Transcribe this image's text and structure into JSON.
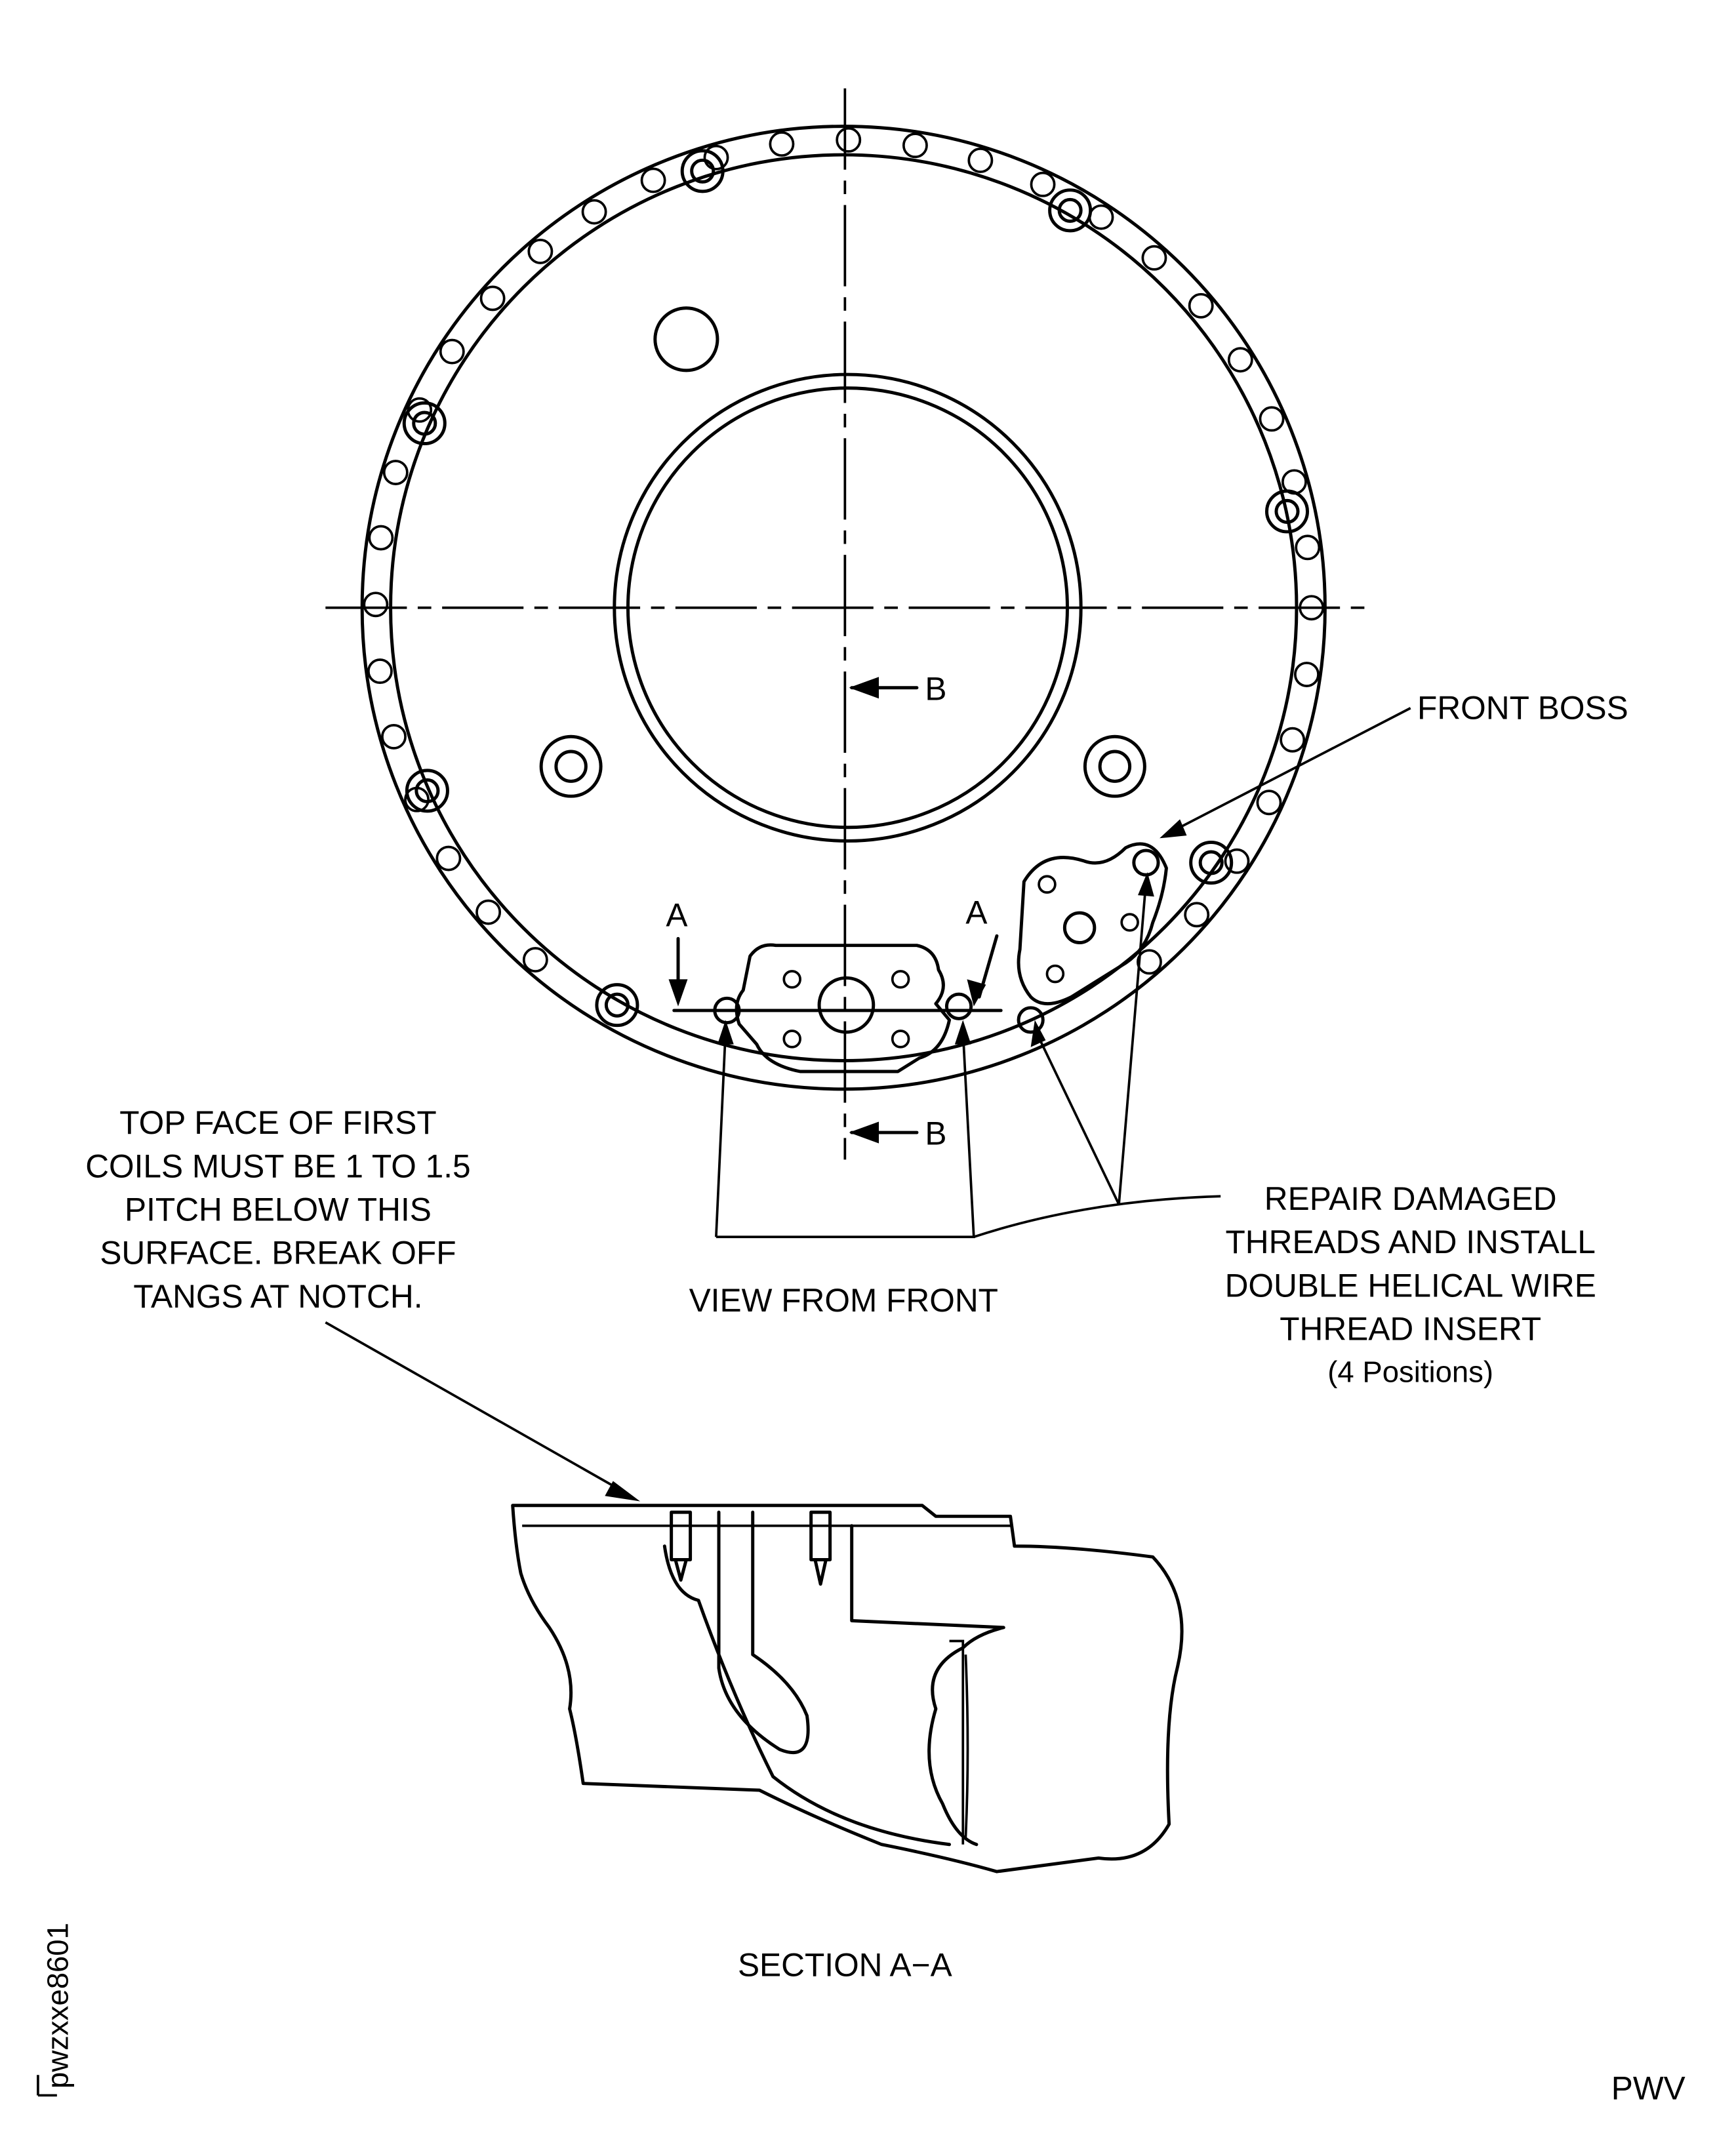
{
  "labels": {
    "front_boss": "FRONT BOSS",
    "section_marker_b": "B",
    "section_marker_a": "A",
    "view_from_front": "VIEW FROM FRONT",
    "top_face_note": [
      "TOP FACE OF FIRST",
      "COILS MUST BE 1 TO 1.5",
      "PITCH BELOW THIS",
      "SURFACE. BREAK OFF",
      "TANGS AT NOTCH."
    ],
    "repair_note": [
      "REPAIR DAMAGED",
      "THREADS AND INSTALL",
      "DOUBLE HELICAL WIRE",
      "THREAD INSERT",
      "(4 Positions)"
    ],
    "section_title": "SECTION A−A",
    "figure_id": "pwzxxe8601",
    "footer_code": "PWV"
  }
}
